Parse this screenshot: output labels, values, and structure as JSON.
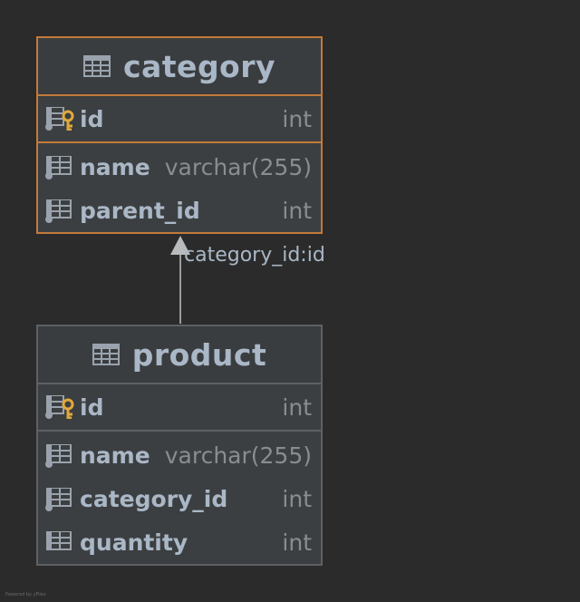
{
  "tables": {
    "category": {
      "title": "category",
      "pk": {
        "name": "id",
        "type": "int"
      },
      "fields": [
        {
          "name": "name",
          "type": "varchar(255)"
        },
        {
          "name": "parent_id",
          "type": "int"
        }
      ]
    },
    "product": {
      "title": "product",
      "pk": {
        "name": "id",
        "type": "int"
      },
      "fields": [
        {
          "name": "name",
          "type": "varchar(255)"
        },
        {
          "name": "category_id",
          "type": "int"
        },
        {
          "name": "quantity",
          "type": "int"
        }
      ]
    }
  },
  "relation": {
    "label": "category_id:id"
  },
  "watermark": "Powered by yFiles",
  "colors": {
    "background": "#2b2b2b",
    "selected_border": "#c37a3a",
    "border": "#5e6164",
    "key_icon": "#e0a93a",
    "text": "#aab7c6",
    "type_text": "#8a8d90"
  }
}
